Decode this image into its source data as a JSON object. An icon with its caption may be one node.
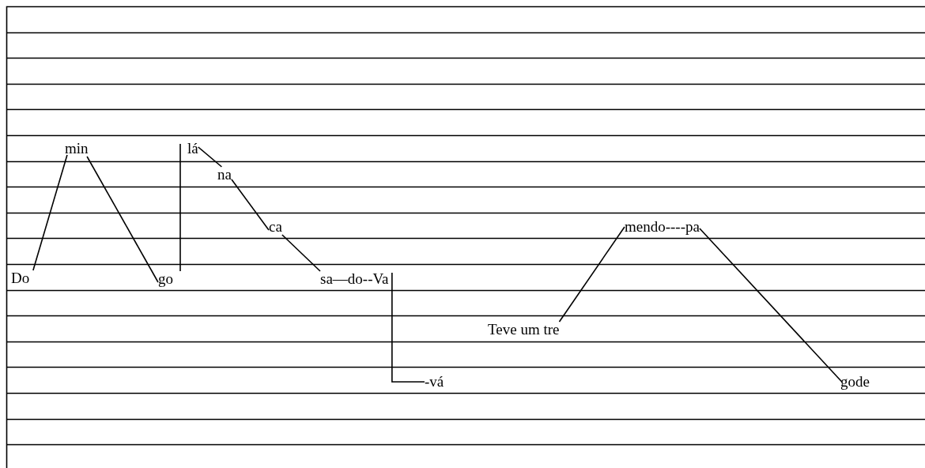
{
  "diagram": {
    "nodes": [
      {
        "text": [
          "Do"
        ]
      },
      {
        "text": [
          "min"
        ]
      },
      {
        "text": [
          "go"
        ]
      },
      {
        "text": [
          "lá"
        ]
      },
      {
        "text": [
          "na"
        ]
      },
      {
        "text": [
          "ca"
        ]
      },
      {
        "text": [
          "sa—do--Va"
        ]
      },
      {
        "text": [
          "-vá"
        ]
      },
      {
        "text": [
          "Teve um tre"
        ]
      },
      {
        "text": [
          "mendo----pa"
        ]
      },
      {
        "text": [
          "gode"
        ]
      }
    ],
    "edges": [
      {
        "from": 0,
        "to": 1,
        "arrow": "none"
      },
      {
        "from": 1,
        "to": 2,
        "arrow": "none"
      },
      {
        "from": 2,
        "to": 3,
        "arrow": "none"
      },
      {
        "from": 3,
        "to": 4,
        "arrow": "none"
      },
      {
        "from": 4,
        "to": 5,
        "arrow": "none"
      },
      {
        "from": 5,
        "to": 6,
        "arrow": "none"
      },
      {
        "from": 6,
        "to": 7,
        "arrow": "none"
      },
      {
        "from": 8,
        "to": 9,
        "arrow": "none"
      },
      {
        "from": 9,
        "to": 10,
        "arrow": "none"
      }
    ]
  }
}
